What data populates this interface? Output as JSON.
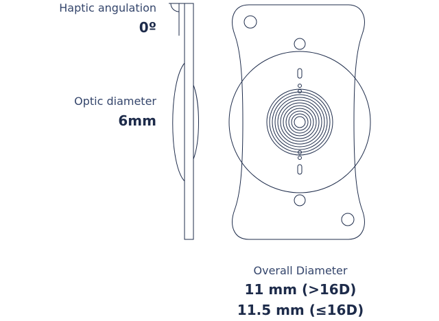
{
  "haptic": {
    "label": "Haptic angulation",
    "value": "0º"
  },
  "optic": {
    "label": "Optic diameter",
    "value": "6mm"
  },
  "overall": {
    "label": "Overall Diameter",
    "sizes": [
      "11 mm (>16D)",
      "11.5 mm (≤16D)"
    ]
  },
  "colors": {
    "line": "#1d2b4a",
    "text": "#1d2b4a"
  }
}
